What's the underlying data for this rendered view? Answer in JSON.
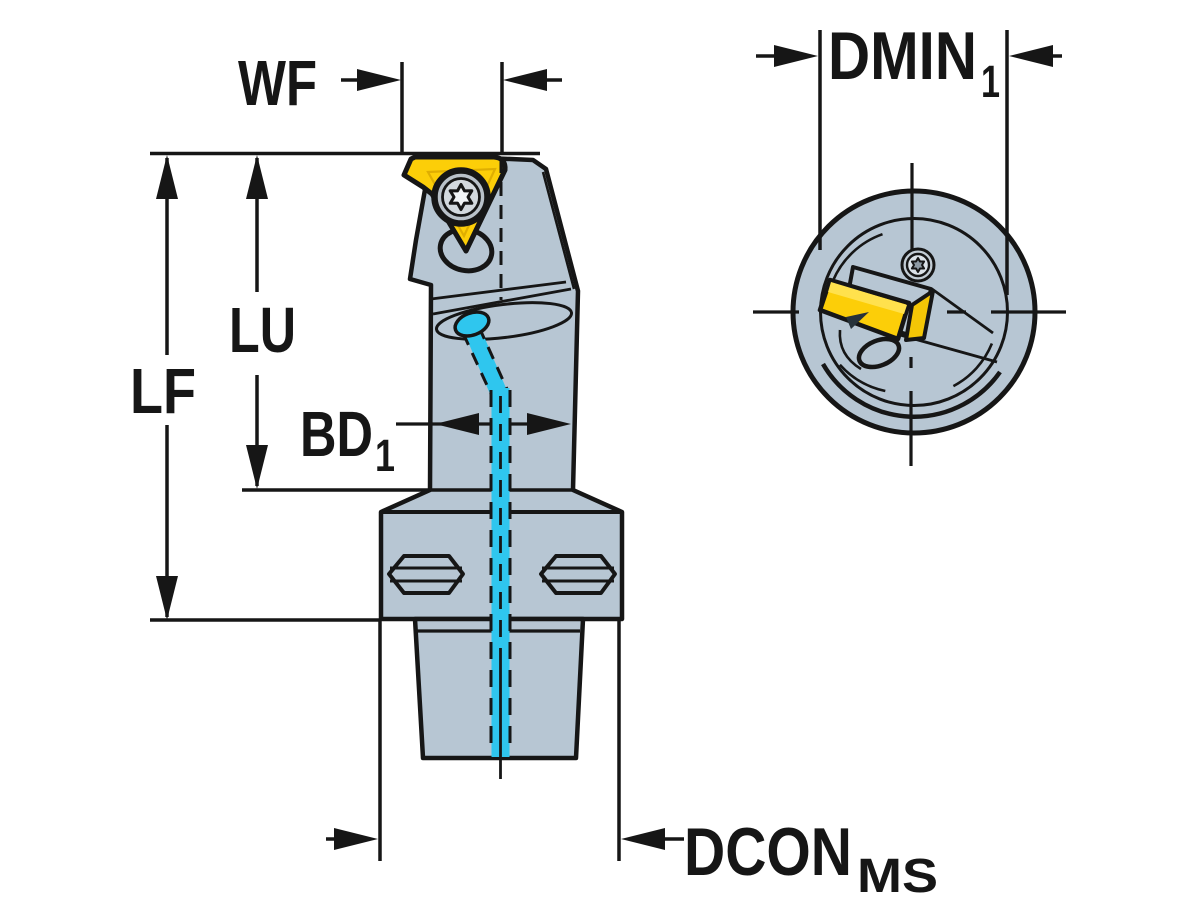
{
  "diagram": {
    "type": "technical-drawing",
    "subject": "turning tool holder with threading insert, side view and end view",
    "labels": {
      "wf": "WF",
      "lu": "LU",
      "lf": "LF",
      "bd": {
        "main": "BD",
        "sub": "1"
      },
      "dmin": {
        "main": "DMIN",
        "sub": "1"
      },
      "dcon": {
        "main": "DCON",
        "sub": "MS"
      }
    },
    "colors": {
      "background": "#ffffff",
      "body_gray": "#b7c6d3",
      "outline_black": "#161616",
      "insert_yellow": "#fcce08",
      "insert_highlight": "#ffe14d",
      "coolant_cyan": "#2fc6ee",
      "screw_gray": "#c3cdd5"
    }
  }
}
